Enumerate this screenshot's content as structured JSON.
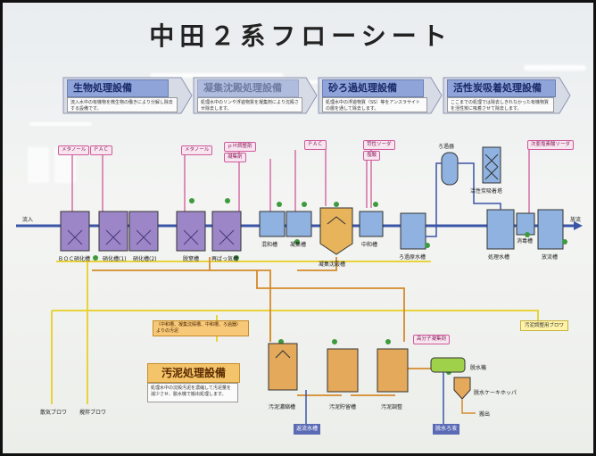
{
  "title": "中田２系フローシート",
  "sections": [
    {
      "name": "生物処理設備",
      "desc": "流入水中の有機物を微生物の働きにより分解し除去する設備です。"
    },
    {
      "name": "凝集沈殿処理設備",
      "desc": "処理水中のリンや浮遊物質を凝集剤により沈殿させ除去します。"
    },
    {
      "name": "砂ろ過処理設備",
      "desc": "処理水中の浮遊物質（SS）等をアンスラサイトの層を通して除去します。"
    },
    {
      "name": "活性炭吸着処理設備",
      "desc": "ここまでの処理では除去しきれなかった有機物質を活性炭に吸着させて除去します。"
    }
  ],
  "chemicals": {
    "methanol_1": "メタノール",
    "pac_1": "ＰＡＣ",
    "methanol_2": "メタノール",
    "ph_adj": "ｐＨ調整剤",
    "coagulant": "凝集剤",
    "pac_2": "ＰＡＣ",
    "caustic": "苛性ソーダ",
    "hcl": "塩酸",
    "ozone": "次亜塩素酸ソーダ"
  },
  "labels": {
    "inflow": "流入",
    "discharge": "放流",
    "boc": "ＢＯＣ硝化槽",
    "nitrif1": "硝化槽(1)",
    "nitrif2": "硝化槽(2)",
    "denitrif": "脱窒槽",
    "reaer": "再ばっ気槽",
    "mixing": "混和槽",
    "floc": "凝集槽",
    "settler": "凝集沈殿槽",
    "neutral": "中和槽",
    "sandwater": "ろ過原水槽",
    "sandfilter": "ろ過器",
    "carbon_tower": "活性炭吸着塔",
    "treated": "処理水槽",
    "disinfect": "消毒槽",
    "outflow_tank": "放流槽",
    "air_blower": "散気ブロワ",
    "stir_blower": "攪拌ブロワ",
    "sludge_thick": "汚泥濃縮槽",
    "sludge_store": "汚泥貯留槽",
    "sludge_adj": "汚泥調整",
    "dewater": "脱水機",
    "cake_hopper": "脱水ケーキホッパ",
    "disposal": "搬出",
    "return_water": "返流水槽",
    "filtrate": "脱水ろ液",
    "sludge_section": "汚泥処理設備",
    "sludge_desc": "処理水中の沈殿汚泥を濃縮して汚泥量を減少させ、脱水機で搬出処理します。",
    "from_units": "（中和槽、凝集沈殿槽、中和槽、ろ過器）よりの汚泥",
    "polymer_tag": "高分子凝集剤",
    "sludge_blower": "汚泥調整用ブロワ"
  },
  "colors": {
    "tank_fill": "#9d86c8",
    "water": "#8fb2e0",
    "pipe_blue": "#3a55a8",
    "pipe_yellow": "#e8d33a",
    "pipe_orange": "#d48a2a",
    "pipe_pink": "#d05a9a",
    "valve_green": "#3e9a3e"
  }
}
